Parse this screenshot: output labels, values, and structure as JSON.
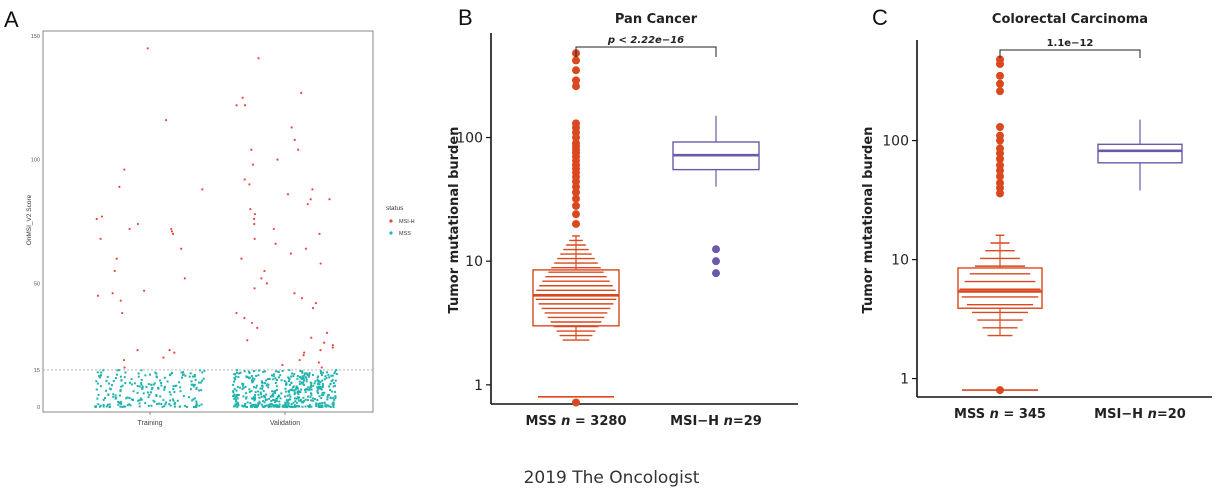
{
  "caption": "2019 The Oncologist",
  "colors": {
    "msih": "#e8483c",
    "mss": "#1fb3ad",
    "box_mss": "#d9481e",
    "box_msih": "#6c5aa8",
    "threshold": "#aaaaaa"
  },
  "panels": [
    {
      "letter": "A",
      "chart_data": {
        "type": "scatter",
        "xlabel": "",
        "ylabel": "OnMSI_V2 Score",
        "categories": [
          "Training",
          "Validation"
        ],
        "yticks": [
          0,
          15,
          50,
          100,
          150
        ],
        "ylim": [
          -2,
          152
        ],
        "threshold": 15,
        "legend": {
          "title": "status",
          "placement": "right",
          "entries": [
            "MSI-H",
            "MSS"
          ]
        },
        "series": [
          {
            "name": "MSI-H",
            "points": [
              {
                "x": "Training",
                "y": 145
              },
              {
                "x": "Training",
                "y": 116
              },
              {
                "x": "Training",
                "y": 96
              },
              {
                "x": "Training",
                "y": 88
              },
              {
                "x": "Training",
                "y": 89
              },
              {
                "x": "Training",
                "y": 76
              },
              {
                "x": "Training",
                "y": 77
              },
              {
                "x": "Training",
                "y": 74
              },
              {
                "x": "Training",
                "y": 72
              },
              {
                "x": "Training",
                "y": 72
              },
              {
                "x": "Training",
                "y": 71
              },
              {
                "x": "Training",
                "y": 70
              },
              {
                "x": "Training",
                "y": 68
              },
              {
                "x": "Training",
                "y": 64
              },
              {
                "x": "Training",
                "y": 60
              },
              {
                "x": "Training",
                "y": 55
              },
              {
                "x": "Training",
                "y": 52
              },
              {
                "x": "Training",
                "y": 47
              },
              {
                "x": "Training",
                "y": 46
              },
              {
                "x": "Training",
                "y": 45
              },
              {
                "x": "Training",
                "y": 43
              },
              {
                "x": "Training",
                "y": 38
              },
              {
                "x": "Training",
                "y": 23
              },
              {
                "x": "Training",
                "y": 23
              },
              {
                "x": "Training",
                "y": 22
              },
              {
                "x": "Training",
                "y": 20
              },
              {
                "x": "Training",
                "y": 19
              },
              {
                "x": "Training",
                "y": 16
              },
              {
                "x": "Validation",
                "y": 141
              },
              {
                "x": "Validation",
                "y": 127
              },
              {
                "x": "Validation",
                "y": 125
              },
              {
                "x": "Validation",
                "y": 122
              },
              {
                "x": "Validation",
                "y": 122
              },
              {
                "x": "Validation",
                "y": 113
              },
              {
                "x": "Validation",
                "y": 108
              },
              {
                "x": "Validation",
                "y": 104
              },
              {
                "x": "Validation",
                "y": 104
              },
              {
                "x": "Validation",
                "y": 100
              },
              {
                "x": "Validation",
                "y": 98
              },
              {
                "x": "Validation",
                "y": 92
              },
              {
                "x": "Validation",
                "y": 90
              },
              {
                "x": "Validation",
                "y": 88
              },
              {
                "x": "Validation",
                "y": 86
              },
              {
                "x": "Validation",
                "y": 84
              },
              {
                "x": "Validation",
                "y": 84
              },
              {
                "x": "Validation",
                "y": 82
              },
              {
                "x": "Validation",
                "y": 80
              },
              {
                "x": "Validation",
                "y": 78
              },
              {
                "x": "Validation",
                "y": 76
              },
              {
                "x": "Validation",
                "y": 74
              },
              {
                "x": "Validation",
                "y": 72
              },
              {
                "x": "Validation",
                "y": 70
              },
              {
                "x": "Validation",
                "y": 68
              },
              {
                "x": "Validation",
                "y": 66
              },
              {
                "x": "Validation",
                "y": 64
              },
              {
                "x": "Validation",
                "y": 62
              },
              {
                "x": "Validation",
                "y": 60
              },
              {
                "x": "Validation",
                "y": 58
              },
              {
                "x": "Validation",
                "y": 55
              },
              {
                "x": "Validation",
                "y": 52
              },
              {
                "x": "Validation",
                "y": 50
              },
              {
                "x": "Validation",
                "y": 48
              },
              {
                "x": "Validation",
                "y": 46
              },
              {
                "x": "Validation",
                "y": 44
              },
              {
                "x": "Validation",
                "y": 42
              },
              {
                "x": "Validation",
                "y": 40
              },
              {
                "x": "Validation",
                "y": 38
              },
              {
                "x": "Validation",
                "y": 36
              },
              {
                "x": "Validation",
                "y": 34
              },
              {
                "x": "Validation",
                "y": 32
              },
              {
                "x": "Validation",
                "y": 30
              },
              {
                "x": "Validation",
                "y": 28
              },
              {
                "x": "Validation",
                "y": 27
              },
              {
                "x": "Validation",
                "y": 26
              },
              {
                "x": "Validation",
                "y": 25
              },
              {
                "x": "Validation",
                "y": 24
              },
              {
                "x": "Validation",
                "y": 23
              },
              {
                "x": "Validation",
                "y": 22
              },
              {
                "x": "Validation",
                "y": 21
              },
              {
                "x": "Validation",
                "y": 19
              },
              {
                "x": "Validation",
                "y": 18
              },
              {
                "x": "Validation",
                "y": 17
              },
              {
                "x": "Validation",
                "y": 16
              }
            ]
          },
          {
            "name": "MSS",
            "approx_count": {
              "Training": 220,
              "Validation": 480
            },
            "y_range": [
              0,
              15
            ]
          }
        ]
      }
    },
    {
      "letter": "B",
      "chart_data": {
        "type": "box",
        "title": "Pan Cancer",
        "ylabel": "Tumor mutational burden",
        "yscale": "log",
        "ylim": [
          0.7,
          700
        ],
        "yticks": [
          1,
          10,
          100
        ],
        "annotation": "p < 2.22e−16",
        "groups": [
          {
            "label_main": "MSS ",
            "label_n": "n",
            "label_rest": " = 3280",
            "min": 2.3,
            "q1": 3.0,
            "median": 5.3,
            "q3": 8.5,
            "max": 16,
            "outliers": [
              0.8,
              0.72,
              20,
              24,
              28,
              32,
              36,
              40,
              44,
              48,
              52,
              56,
              60,
              65,
              70,
              75,
              80,
              85,
              90,
              100,
              110,
              120,
              130,
              260,
              290,
              350,
              420,
              480
            ]
          },
          {
            "label_main": "MSI−H ",
            "label_n": "n",
            "label_rest": "=29",
            "min": 40,
            "q1": 55,
            "median": 72,
            "q3": 92,
            "max": 150,
            "outliers": [
              12.5,
              10,
              8
            ]
          }
        ]
      }
    },
    {
      "letter": "C",
      "chart_data": {
        "type": "box",
        "title": "Colorectal Carcinoma",
        "ylabel": "Tumor mutational burden",
        "yscale": "log",
        "ylim": [
          0.7,
          700
        ],
        "yticks": [
          1,
          10,
          100
        ],
        "annotation": "1.1e−12",
        "groups": [
          {
            "label_main": "MSS ",
            "label_n": "n",
            "label_rest": " = 345",
            "min": 2.3,
            "q1": 3.9,
            "median": 5.4,
            "q3": 8.5,
            "max": 16,
            "outliers": [
              0.8,
              36,
              40,
              44,
              50,
              56,
              62,
              70,
              78,
              86,
              100,
              110,
              130,
              260,
              300,
              350,
              440,
              480
            ]
          },
          {
            "label_main": "MSI−H ",
            "label_n": "n",
            "label_rest": "=20",
            "min": 38,
            "q1": 65,
            "median": 82,
            "q3": 93,
            "max": 150,
            "outliers": []
          }
        ]
      }
    }
  ]
}
